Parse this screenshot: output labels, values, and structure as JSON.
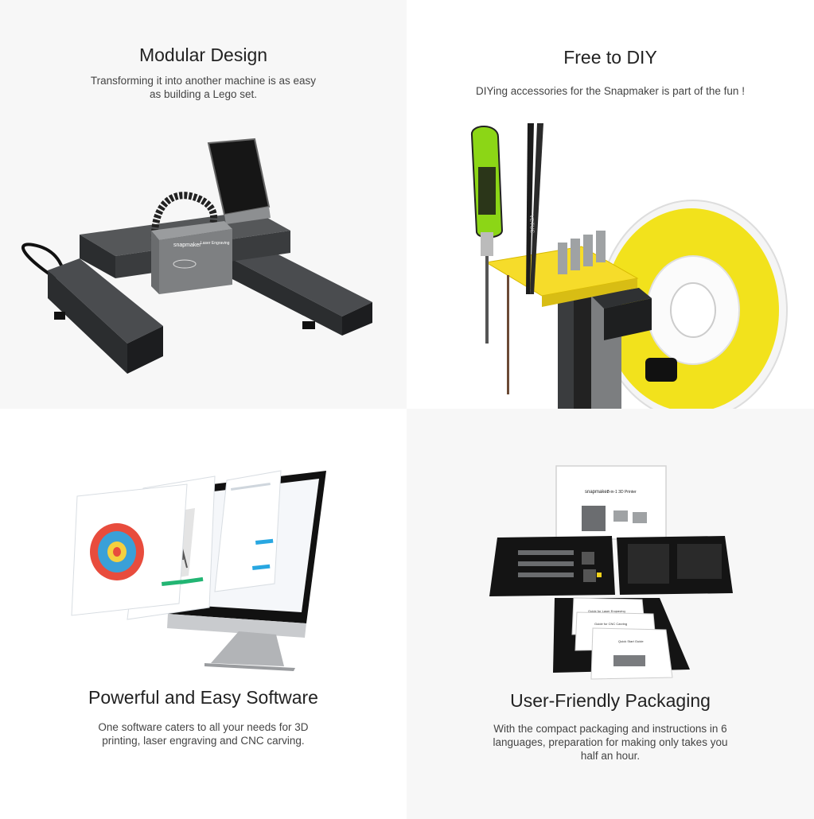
{
  "modular": {
    "title": "Modular Design",
    "desc_line1": "Transforming it into another machine is as easy",
    "desc_line2": "as building a Lego set.",
    "brand_label": "snapmaker",
    "module_label": "Laser Engraving"
  },
  "diy": {
    "title": "Free to DIY",
    "desc": "DIYing accessories for the Snapmaker is part of the fun !",
    "tool_label": "VETUS"
  },
  "software": {
    "title": "Powerful and Easy Software",
    "desc_line1": "One software caters to all your needs for 3D",
    "desc_line2": "printing, laser engraving and CNC carving."
  },
  "packaging": {
    "title": "User-Friendly Packaging",
    "desc_line1": "With the compact packaging and instructions in 6",
    "desc_line2": "languages, preparation for making only takes you",
    "desc_line3": "half an hour.",
    "box_brand": "snapmaker",
    "box_heading": "3-in-1 3D Printer",
    "manual1": "Quick Start Guide",
    "manual2": "Guide for CNC Carving",
    "manual3": "Guide for Laser Engraving"
  },
  "colors": {
    "filament": "#f2e21c",
    "screwdriver_grip": "#8cd616",
    "frame": "#2f3133",
    "page_bg_gray": "#f7f7f7"
  }
}
